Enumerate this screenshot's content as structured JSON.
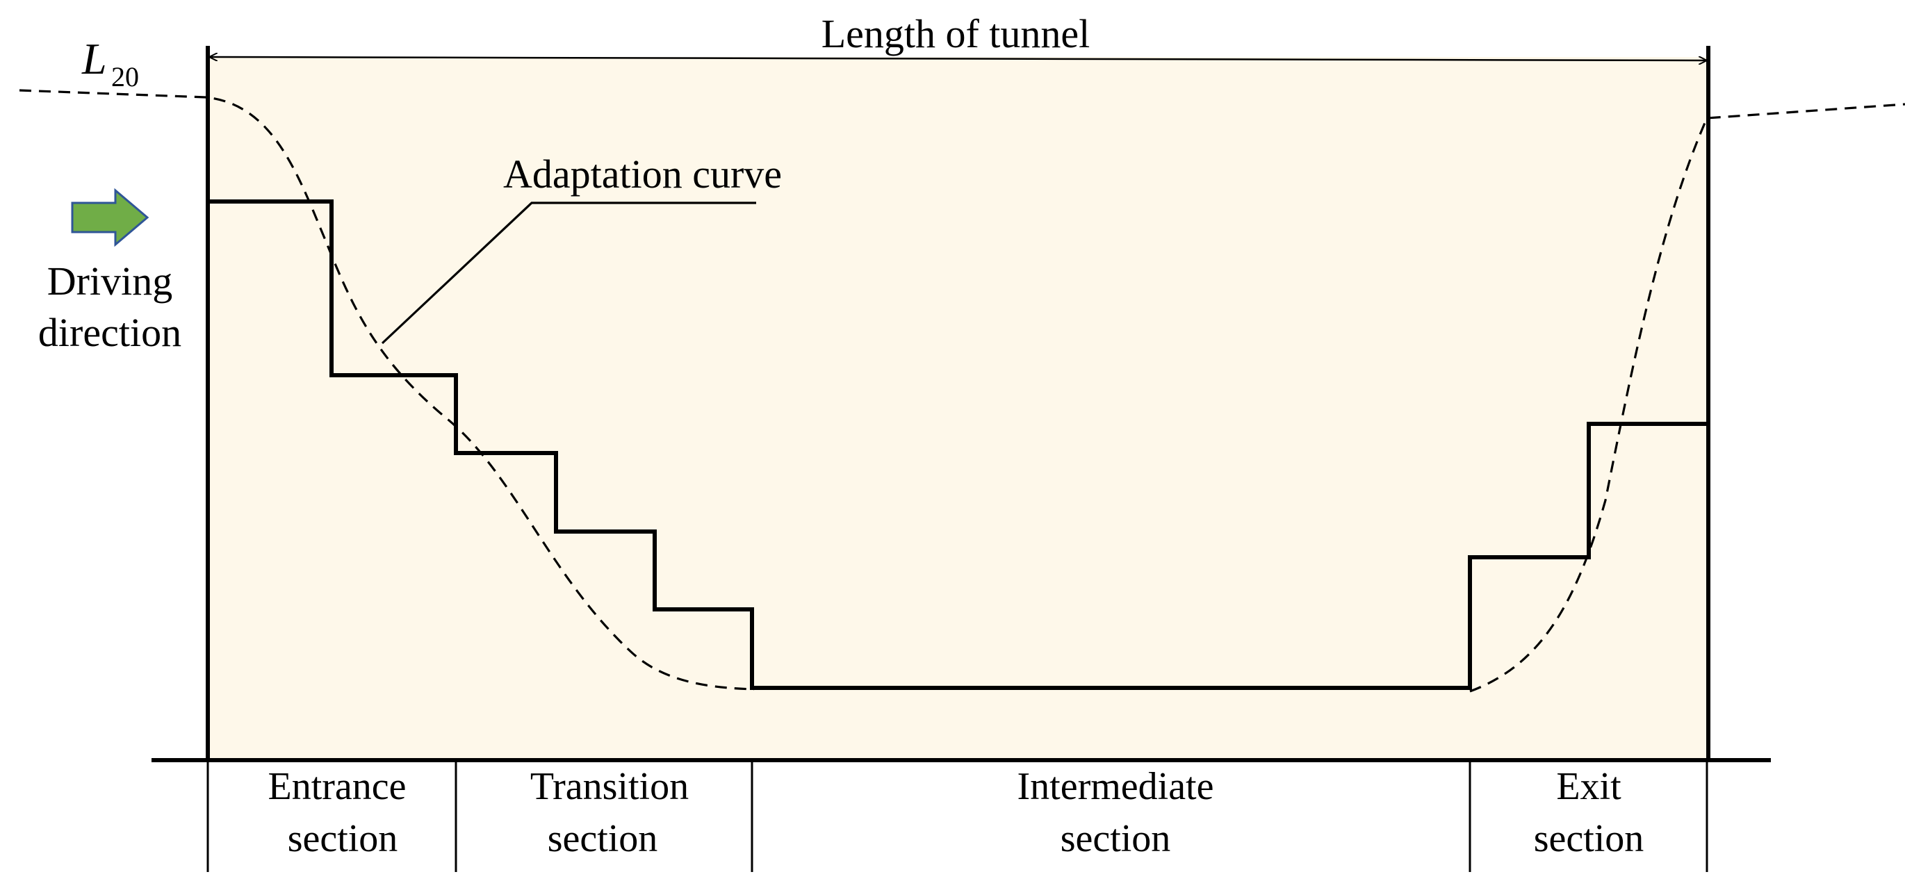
{
  "diagram": {
    "title": "Length of tunnel",
    "luminance_label": {
      "symbol": "L",
      "subscript": "20"
    },
    "curve_label": "Adaptation curve",
    "driving_label": [
      "Driving",
      "direction"
    ],
    "sections": [
      {
        "line1": "Entrance",
        "line2": "section"
      },
      {
        "line1": "Transition",
        "line2": "section"
      },
      {
        "line1": "Intermediate",
        "line2": "section"
      },
      {
        "line1": "Exit",
        "line2": "section"
      }
    ],
    "colors": {
      "tunnel_fill": "#FEF8EA",
      "arrow_fill": "#70AD47",
      "arrow_stroke": "#2F5597",
      "line": "#000000"
    },
    "icons": {
      "arrow": "right-arrow-icon"
    }
  }
}
